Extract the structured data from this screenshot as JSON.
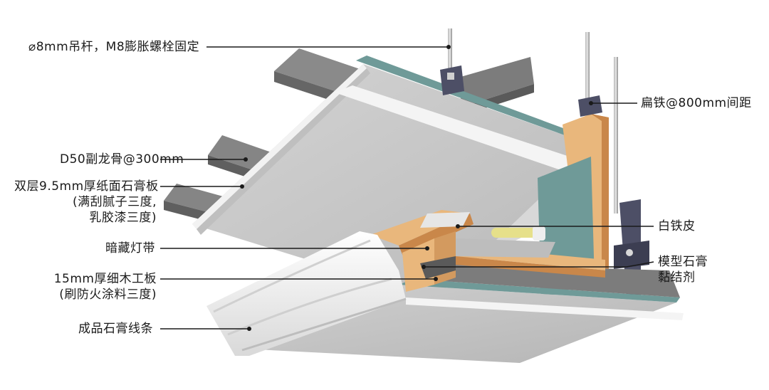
{
  "labels": {
    "hanger_rod": "⌀8mm吊杆，M8膨胀螺栓固定",
    "secondary_keel": "D50副龙骨@300mm",
    "gypsum_board": {
      "line1": "双层9.5mm厚纸面石膏板",
      "line2": "(满刮腻子三度,",
      "line3": "乳胶漆三度)"
    },
    "hidden_light_strip": "暗藏灯带",
    "plywood": {
      "line1": "15mm厚细木工板",
      "line2": "(刷防火涂料三度)"
    },
    "gypsum_moulding": "成品石膏线条",
    "flat_iron": "扁铁@800mm间距",
    "white_iron_sheet": "白铁皮",
    "gypsum_adhesive": {
      "line1": "模型石膏",
      "line2": "黏结剂"
    }
  },
  "colors": {
    "board_face": "#c8c8c8",
    "board_edge_white": "#f4f4f4",
    "board_teal": "#6f9a98",
    "keel": "#7a7a7a",
    "keel_dark": "#565656",
    "plywood": "#e9b77c",
    "plywood_edge": "#c9874a",
    "rod": "#9a9a9a",
    "bracket": "#4d4f66",
    "lamp": "#e6e08a",
    "leader_line": "#1a1a1a"
  }
}
